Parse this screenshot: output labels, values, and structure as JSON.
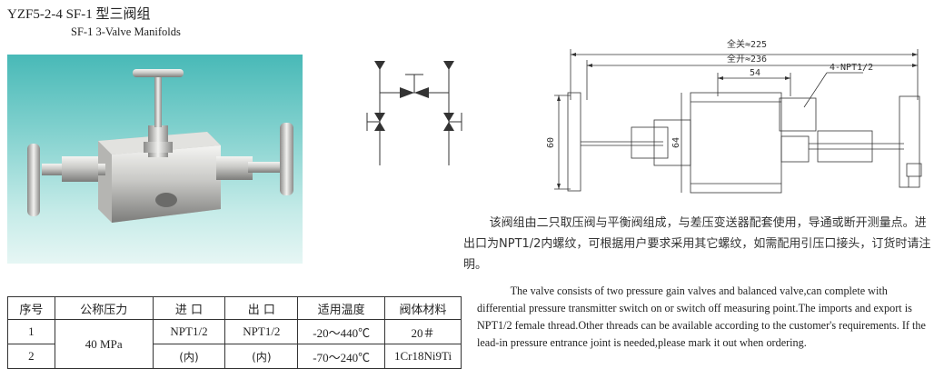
{
  "header": {
    "title_cn": "YZF5-2-4 SF-1 型三阀组",
    "title_en": "SF-1 3-Valve Manifolds"
  },
  "drawing": {
    "dim_total_closed": "全关≈225",
    "dim_total_open": "全开≈236",
    "dim_54": "54",
    "dim_thread": "4-NPT1/2",
    "dim_60": "60",
    "dim_64": "64"
  },
  "table": {
    "headers": [
      "序号",
      "公称压力",
      "进 口",
      "出 口",
      "适用温度",
      "阀体材料"
    ],
    "rows": [
      {
        "no": "1",
        "pressure": "40 MPa",
        "inlet": "NPT1/2",
        "outlet": "NPT1/2",
        "temp": "-20～440℃",
        "material": "20＃"
      },
      {
        "no": "2",
        "inlet": "(内)",
        "outlet": "(内)",
        "temp": "-70～240℃",
        "material": "1Cr18Ni9Ti"
      }
    ]
  },
  "description": {
    "cn": "该阀组由二只取压阀与平衡阀组成，与差压变送器配套使用，导通或断开测量点。进出口为NPT1/2内螺纹，可根据用户要求采用其它螺纹，如需配用引压口接头，订货时请注明。",
    "en": "The valve consists of two pressure gain valves and balanced valve,can complete with differential pressure transmitter switch on or switch off measuring point.The imports and export is NPT1/2 female thread.Other threads can be available according to the customer's requirements. If the lead-in pressure entrance joint is needed,please mark it out when ordering."
  }
}
